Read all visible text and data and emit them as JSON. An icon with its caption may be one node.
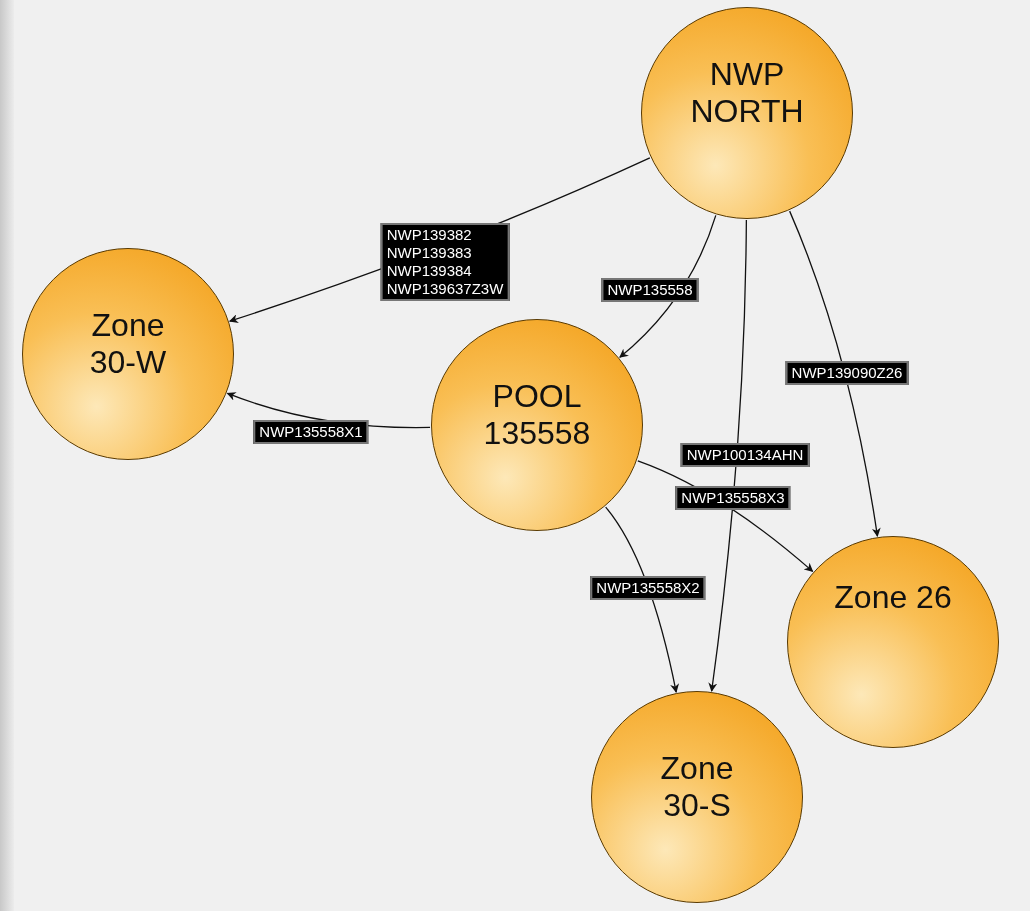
{
  "diagram": {
    "nodes": [
      {
        "text": [
          "NWP NORTH"
        ]
      },
      {
        "text": [
          "Zone 30-W"
        ]
      },
      {
        "text": [
          "POOL 135558"
        ]
      },
      {
        "text": [
          "Zone 26"
        ]
      },
      {
        "text": [
          "Zone 30-S"
        ]
      }
    ],
    "edges": [
      {
        "from": 0,
        "to": 1,
        "arrow": "to",
        "label": "NWP139382 NWP139383 NWP139384 NWP139637Z3W"
      },
      {
        "from": 0,
        "to": 2,
        "arrow": "to",
        "label": "NWP135558"
      },
      {
        "from": 0,
        "to": 3,
        "arrow": "to",
        "label": "NWP139090Z26"
      },
      {
        "from": 0,
        "to": 4,
        "arrow": "to",
        "label": "NWP100134AHN"
      },
      {
        "from": 2,
        "to": 1,
        "arrow": "to",
        "label": "NWP135558X1"
      },
      {
        "from": 2,
        "to": 3,
        "arrow": "to",
        "label": "NWP135558X3"
      },
      {
        "from": 2,
        "to": 4,
        "arrow": "to",
        "label": "NWP135558X2"
      }
    ]
  }
}
